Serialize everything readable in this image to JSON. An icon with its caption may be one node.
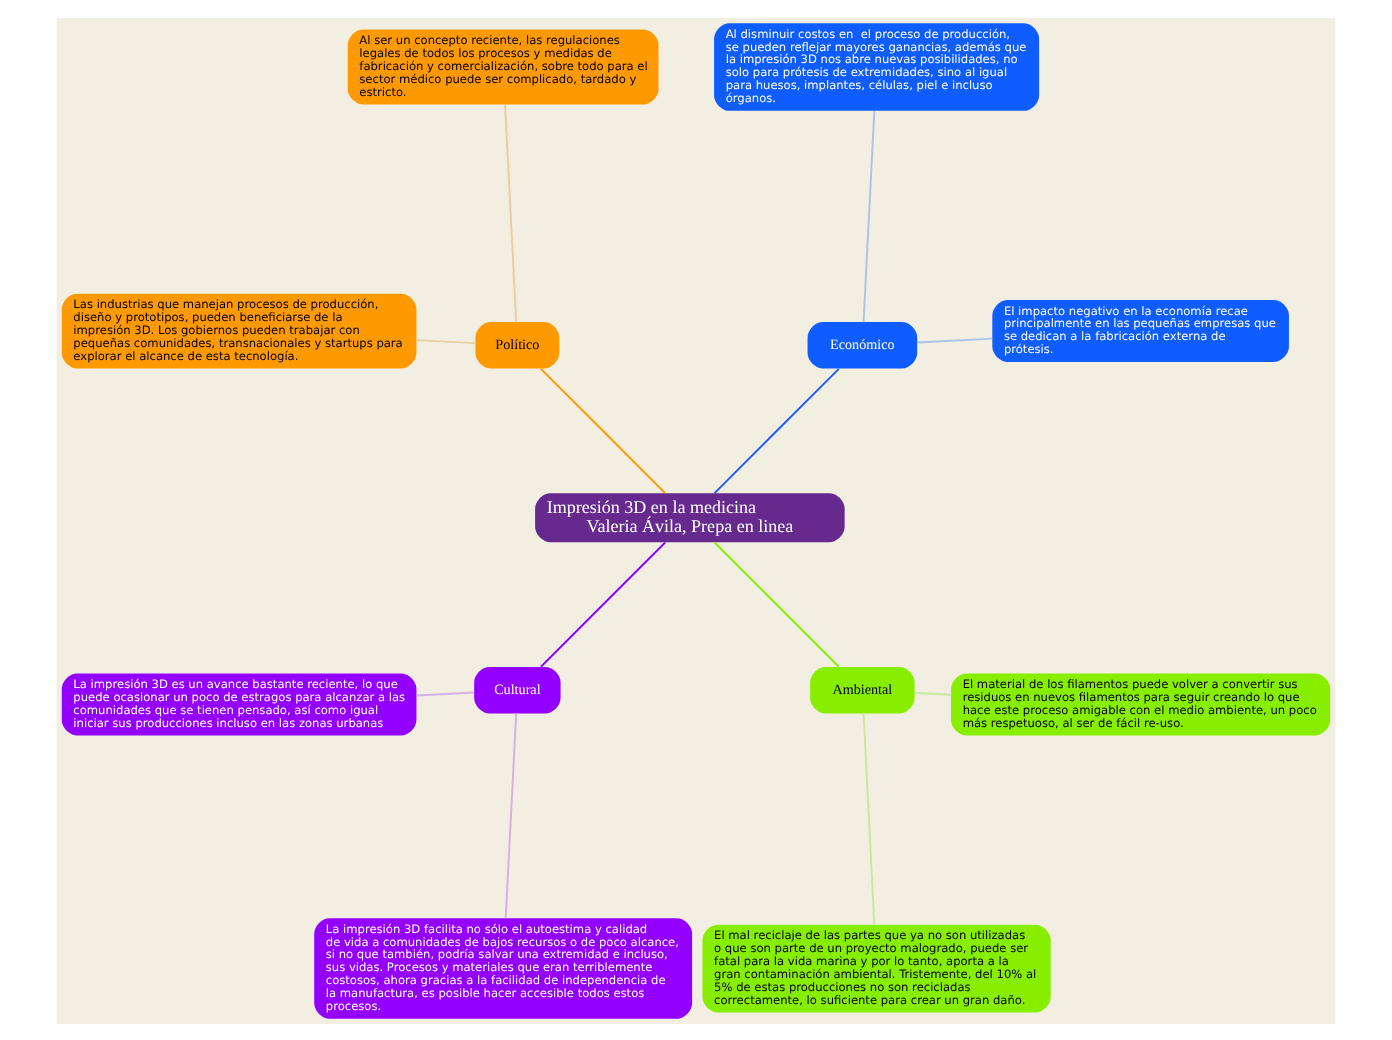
{
  "diagram": {
    "nodes": [
      {
        "text": [
          "Impresión 3D en la medicina Valeria Ávila, Prepa en linea"
        ]
      },
      {
        "text": [
          "Económico"
        ]
      },
      {
        "text": [
          "El impacto negativo en la economía recae principalmente en las pequeñas empresas que se dedican a la fabricación externa de prótesis."
        ]
      },
      {
        "text": [
          "Al disminuir costos en  el proceso de producción, se pueden reflejar mayores ganancias, además que la impresión 3D nos abre nuevas posibilidades, no solo para prótesis de extremidades, sino al igual para huesos, implantes, células, piel e incluso órganos."
        ]
      },
      {
        "text": [
          "Político"
        ]
      },
      {
        "text": [
          "Al ser un concepto reciente, las regulaciones legales de todos los procesos y medidas de fabricación y comercialización, sobre todo para el sector médico puede ser complicado, tardado y estricto."
        ]
      },
      {
        "text": [
          "Las industrias que manejan procesos de producción, diseño y prototipos, pueden beneficiarse de la impresión 3D. Los gobiernos pueden trabajar con pequeñas comunidades, transnacionales y startups para explorar el alcance de esta tecnología."
        ]
      },
      {
        "text": [
          "Cultural"
        ]
      },
      {
        "text": [
          "La impresión 3D es un avance bastante reciente, lo que puede ocasionar un poco de estragos para alcanzar a las comunidades que se tienen pensado, así como igual iniciar sus producciones incluso en las zonas urbanas"
        ]
      },
      {
        "text": [
          "La impresión 3D facilita no sólo el autoestima y calidad de vida a comunidades de bajos recursos o de poco alcance, si no que también, podría salvar una extremidad e incluso, sus vidas. Procesos y materiales que eran terriblemente costosos, ahora gracias a la facilidad de independencia de la manufactura, es posible hacer accesible todos estos procesos."
        ]
      },
      {
        "text": [
          "Ambiental"
        ]
      },
      {
        "text": [
          "El mal reciclaje de las partes que ya no son utilizadas o que son parte de un proyecto malogrado, puede ser fatal para la vida marina y por lo tanto, aporta a la gran contaminación ambiental. Tristemente, del 10% al 5% de estas producciones no son recicladas correctamente, lo suficiente para crear un gran daño."
        ]
      },
      {
        "text": [
          "El material de los filamentos puede volver a convertir sus residuos en nuevos filamentos para seguir creando lo que hace este proceso amigable con el medio ambiente, un poco más respetuoso, al ser de fácil re-uso."
        ]
      }
    ],
    "edges": [
      {
        "from": 0,
        "to": 1,
        "arrow": "none",
        "color": "#1a5cff"
      },
      {
        "from": 1,
        "to": 2,
        "arrow": "none",
        "color": "#a9c4e8"
      },
      {
        "from": 1,
        "to": 3,
        "arrow": "none",
        "color": "#a9c4e8"
      },
      {
        "from": 0,
        "to": 4,
        "arrow": "none",
        "color": "#ff9900"
      },
      {
        "from": 4,
        "to": 5,
        "arrow": "none",
        "color": "#e8cfa0"
      },
      {
        "from": 4,
        "to": 6,
        "arrow": "none",
        "color": "#e8cfa0"
      },
      {
        "from": 0,
        "to": 7,
        "arrow": "none",
        "color": "#8f00ff"
      },
      {
        "from": 7,
        "to": 8,
        "arrow": "none",
        "color": "#d3b0e8"
      },
      {
        "from": 7,
        "to": 9,
        "arrow": "none",
        "color": "#d3b0e8"
      },
      {
        "from": 0,
        "to": 10,
        "arrow": "none",
        "color": "#88ee00"
      },
      {
        "from": 10,
        "to": 11,
        "arrow": "none",
        "color": "#c8e8a0"
      },
      {
        "from": 10,
        "to": 12,
        "arrow": "none",
        "color": "#c8e8a0"
      }
    ]
  }
}
